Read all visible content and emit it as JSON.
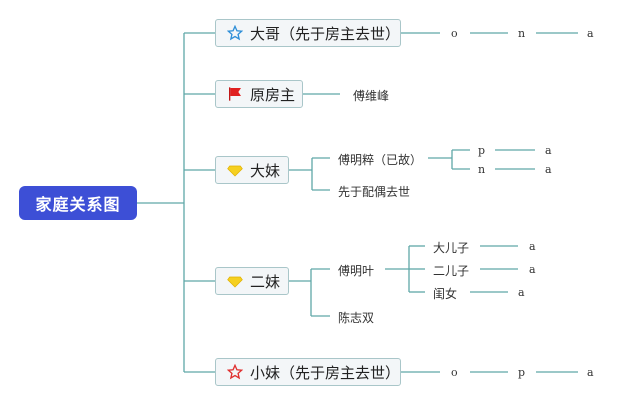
{
  "root": {
    "label": "家庭关系图"
  },
  "branches": [
    {
      "id": "dage",
      "label": "大哥（先于房主去世）",
      "icon": "blue-star-outline-icon",
      "icon_color": "#2f8fd8",
      "leaves": [
        "o",
        "n",
        "a"
      ]
    },
    {
      "id": "yuanfangzhu",
      "label": "原房主",
      "icon": "red-flag-icon",
      "icon_color": "#e02020",
      "child": "傅维峰"
    },
    {
      "id": "damei",
      "label": "大妹",
      "icon": "yellow-diamond-icon",
      "icon_color": "#f5d020",
      "children": [
        {
          "label": "傅明粹（已故）",
          "leaves": [
            [
              "p",
              "a"
            ],
            [
              "n",
              "a"
            ]
          ]
        },
        {
          "label": "先于配偶去世"
        }
      ]
    },
    {
      "id": "ermei",
      "label": "二妹",
      "icon": "yellow-diamond-icon",
      "icon_color": "#f5d020",
      "children": [
        {
          "label": "傅明叶",
          "children": [
            {
              "label": "大儿子",
              "leaf": "a"
            },
            {
              "label": "二儿子",
              "leaf": "a"
            },
            {
              "label": "闺女",
              "leaf": "a"
            }
          ]
        },
        {
          "label": "陈志双"
        }
      ]
    },
    {
      "id": "xiaomei",
      "label": "小妹（先于房主去世）",
      "icon": "red-star-outline-icon",
      "icon_color": "#e03030",
      "leaves": [
        "o",
        "p",
        "a"
      ]
    }
  ],
  "colors": {
    "line": "#5fa8a8",
    "root_bg": "#3d4fd6"
  }
}
